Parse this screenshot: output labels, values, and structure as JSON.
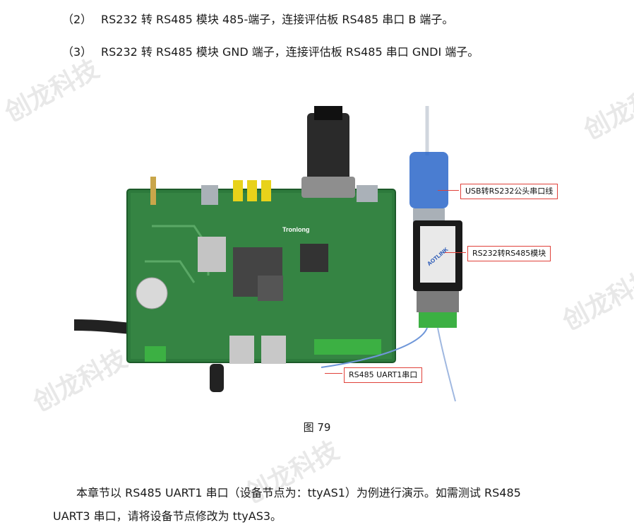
{
  "list_items": [
    {
      "num": "（2）",
      "text": "RS232 转 RS485 模块 485-端子，连接评估板 RS485 串口 B 端子。"
    },
    {
      "num": "（3）",
      "text": "RS232 转 RS485 模块 GND 端子，连接评估板 RS485 串口 GNDI 端子。"
    }
  ],
  "figure": {
    "caption": "图  79",
    "callouts": {
      "usb_cable": "USB转RS232公头串口线",
      "converter": "RS232转RS485模块",
      "uart1": "RS485 UART1串口"
    },
    "board_logo": "Tronlong",
    "module_brand": "AOTLINK"
  },
  "watermark": "创龙科技",
  "paragraph": {
    "line1": "本章节以 RS485 UART1 串口（设备节点为：ttyAS1）为例进行演示。如需测试 RS485",
    "line2": "UART3 串口，请将设备节点修改为 ttyAS3。"
  }
}
